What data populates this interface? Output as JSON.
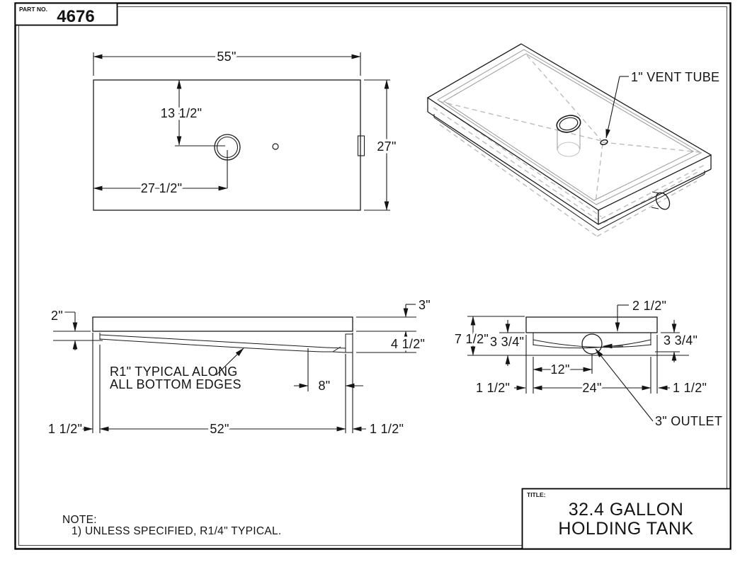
{
  "sheet": {
    "part_label": "PART NO.",
    "part_number": "4676",
    "title_label": "TITLE:",
    "title_line1": "32.4 GALLON",
    "title_line2": "HOLDING TANK",
    "note_heading": "NOTE:",
    "note_item": "1) UNLESS SPECIFIED, R1/4\" TYPICAL."
  },
  "top_view": {
    "width_dim": "55\"",
    "height_dim": "27\"",
    "hole_from_top_dim": "13 1/2\"",
    "hole_from_left_dim": "27 1/2\""
  },
  "iso_view": {
    "vent_label": "1\" VENT TUBE"
  },
  "side_view": {
    "left_depth_dim": "2\"",
    "lip_thickness_dim": "3\"",
    "end_depth_dim": "4 1/2\"",
    "radius_note_line1": "R1\" TYPICAL ALONG",
    "radius_note_line2": "ALL BOTTOM EDGES",
    "outlet_inset_dim": "8\"",
    "bottom_length_dim": "52\"",
    "left_flange_dim": "1 1/2\"",
    "right_flange_dim": "1 1/2\""
  },
  "end_view": {
    "top_dim": "2 1/2\"",
    "total_height_dim": "7 1/2\"",
    "left_depth_dim": "3 3/4\"",
    "right_depth_dim": "3 3/4\"",
    "outlet_center_dim": "12\"",
    "bottom_width_dim": "24\"",
    "left_flange_dim": "1 1/2\"",
    "right_flange_dim": "1 1/2\"",
    "outlet_label": "3\" OUTLET"
  }
}
